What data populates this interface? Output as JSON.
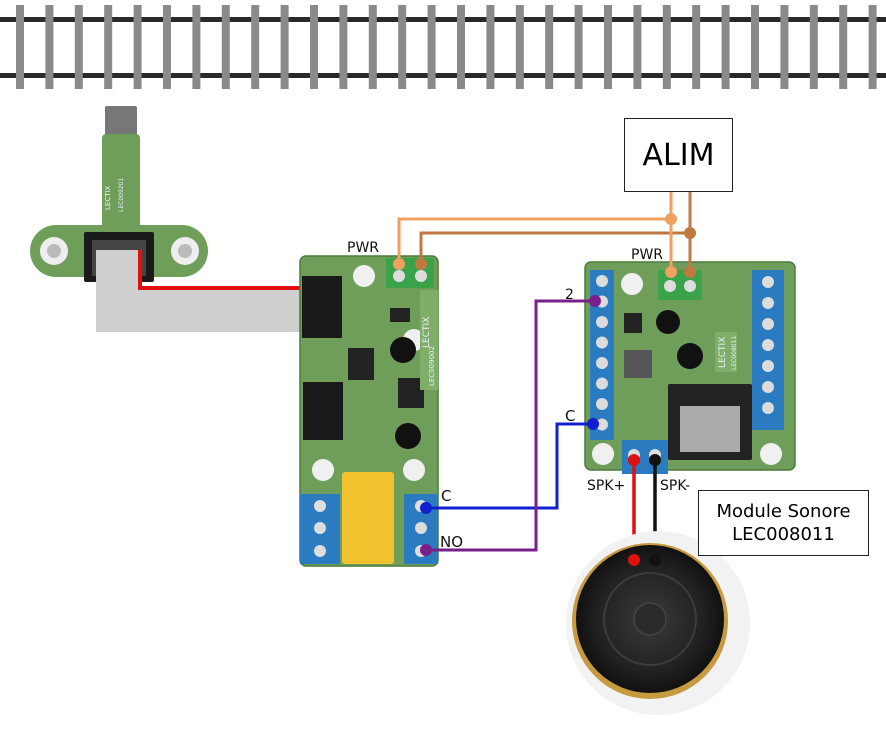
{
  "power_box": {
    "label": "ALIM"
  },
  "labels": {
    "pwr_left": "PWR",
    "pwr_right": "PWR",
    "relay_c": "C",
    "relay_no": "NO",
    "sound_in2": "2",
    "sound_c": "C",
    "spk_plus": "SPK+",
    "spk_minus": "SPK-"
  },
  "sensor_board": {
    "marking": "LECTIX",
    "ref": "LEC009201"
  },
  "relay_board": {
    "marking": "LECTIX",
    "ref": "LEC009002"
  },
  "sound_board": {
    "marking": "LECTIX",
    "ref": "LEC008011"
  },
  "module_box": {
    "line1": "Module Sonore",
    "line2": "LEC008011"
  },
  "colors": {
    "wire_orange_light": "#f0a060",
    "wire_orange_dark": "#c07840",
    "wire_purple": "#7a1f8a",
    "wire_blue": "#1020d0",
    "wire_red": "#e01010",
    "wire_black": "#111111",
    "pcb_green": "#6f9e5a",
    "terminal_blue": "#2a7bbf",
    "terminal_green": "#3aa34a",
    "relay_yellow": "#f2c12e",
    "ribbon_grey": "#cfcfcf"
  }
}
